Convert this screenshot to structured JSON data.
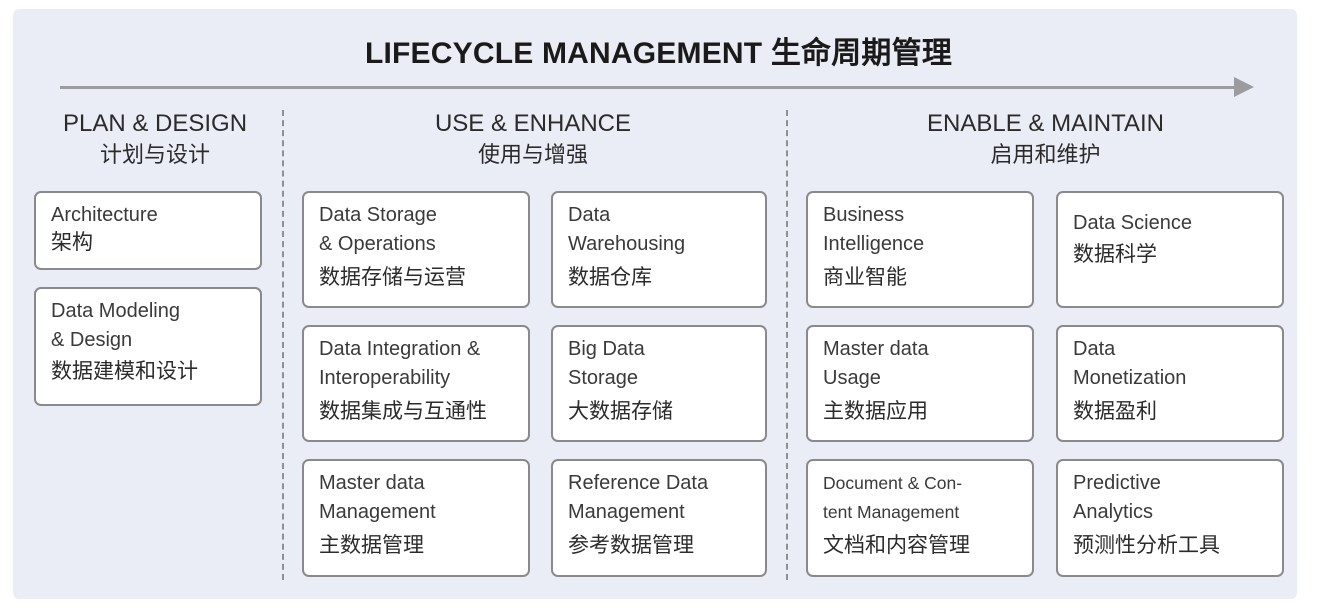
{
  "title": "LIFECYCLE MANAGEMENT 生命周期管理",
  "sections": [
    {
      "en": "PLAN & DESIGN",
      "cn": "计划与设计"
    },
    {
      "en": "USE & ENHANCE",
      "cn": "使用与增强"
    },
    {
      "en": "ENABLE & MAINTAIN",
      "cn": "启用和维护"
    }
  ],
  "boxes": {
    "architecture": {
      "en": "Architecture",
      "cn": "架构"
    },
    "data_modeling": {
      "en": "Data Modeling\n& Design",
      "cn": "数据建模和设计"
    },
    "data_storage": {
      "en": "Data Storage\n& Operations",
      "cn": "数据存储与运营"
    },
    "data_warehousing": {
      "en": "Data\nWarehousing",
      "cn": "数据仓库"
    },
    "data_integration": {
      "en": "Data Integration &\nInteroperability",
      "cn": "数据集成与互通性"
    },
    "big_data_storage": {
      "en": "Big Data\nStorage",
      "cn": "大数据存储"
    },
    "master_data_management": {
      "en": "Master data\nManagement",
      "cn": "主数据管理"
    },
    "reference_data_management": {
      "en": "Reference Data\nManagement",
      "cn": "参考数据管理"
    },
    "business_intelligence": {
      "en": "Business\nIntelligence",
      "cn": "商业智能"
    },
    "data_science": {
      "en": "Data Science",
      "cn": "数据科学"
    },
    "master_data_usage": {
      "en": "Master data\nUsage",
      "cn": "主数据应用"
    },
    "data_monetization": {
      "en": "Data\nMonetization",
      "cn": "数据盈利"
    },
    "document_content": {
      "en": "Document & Con-\ntent Management",
      "cn": "文档和内容管理"
    },
    "predictive_analytics": {
      "en": "Predictive\nAnalytics",
      "cn": "预测性分析工具"
    }
  }
}
